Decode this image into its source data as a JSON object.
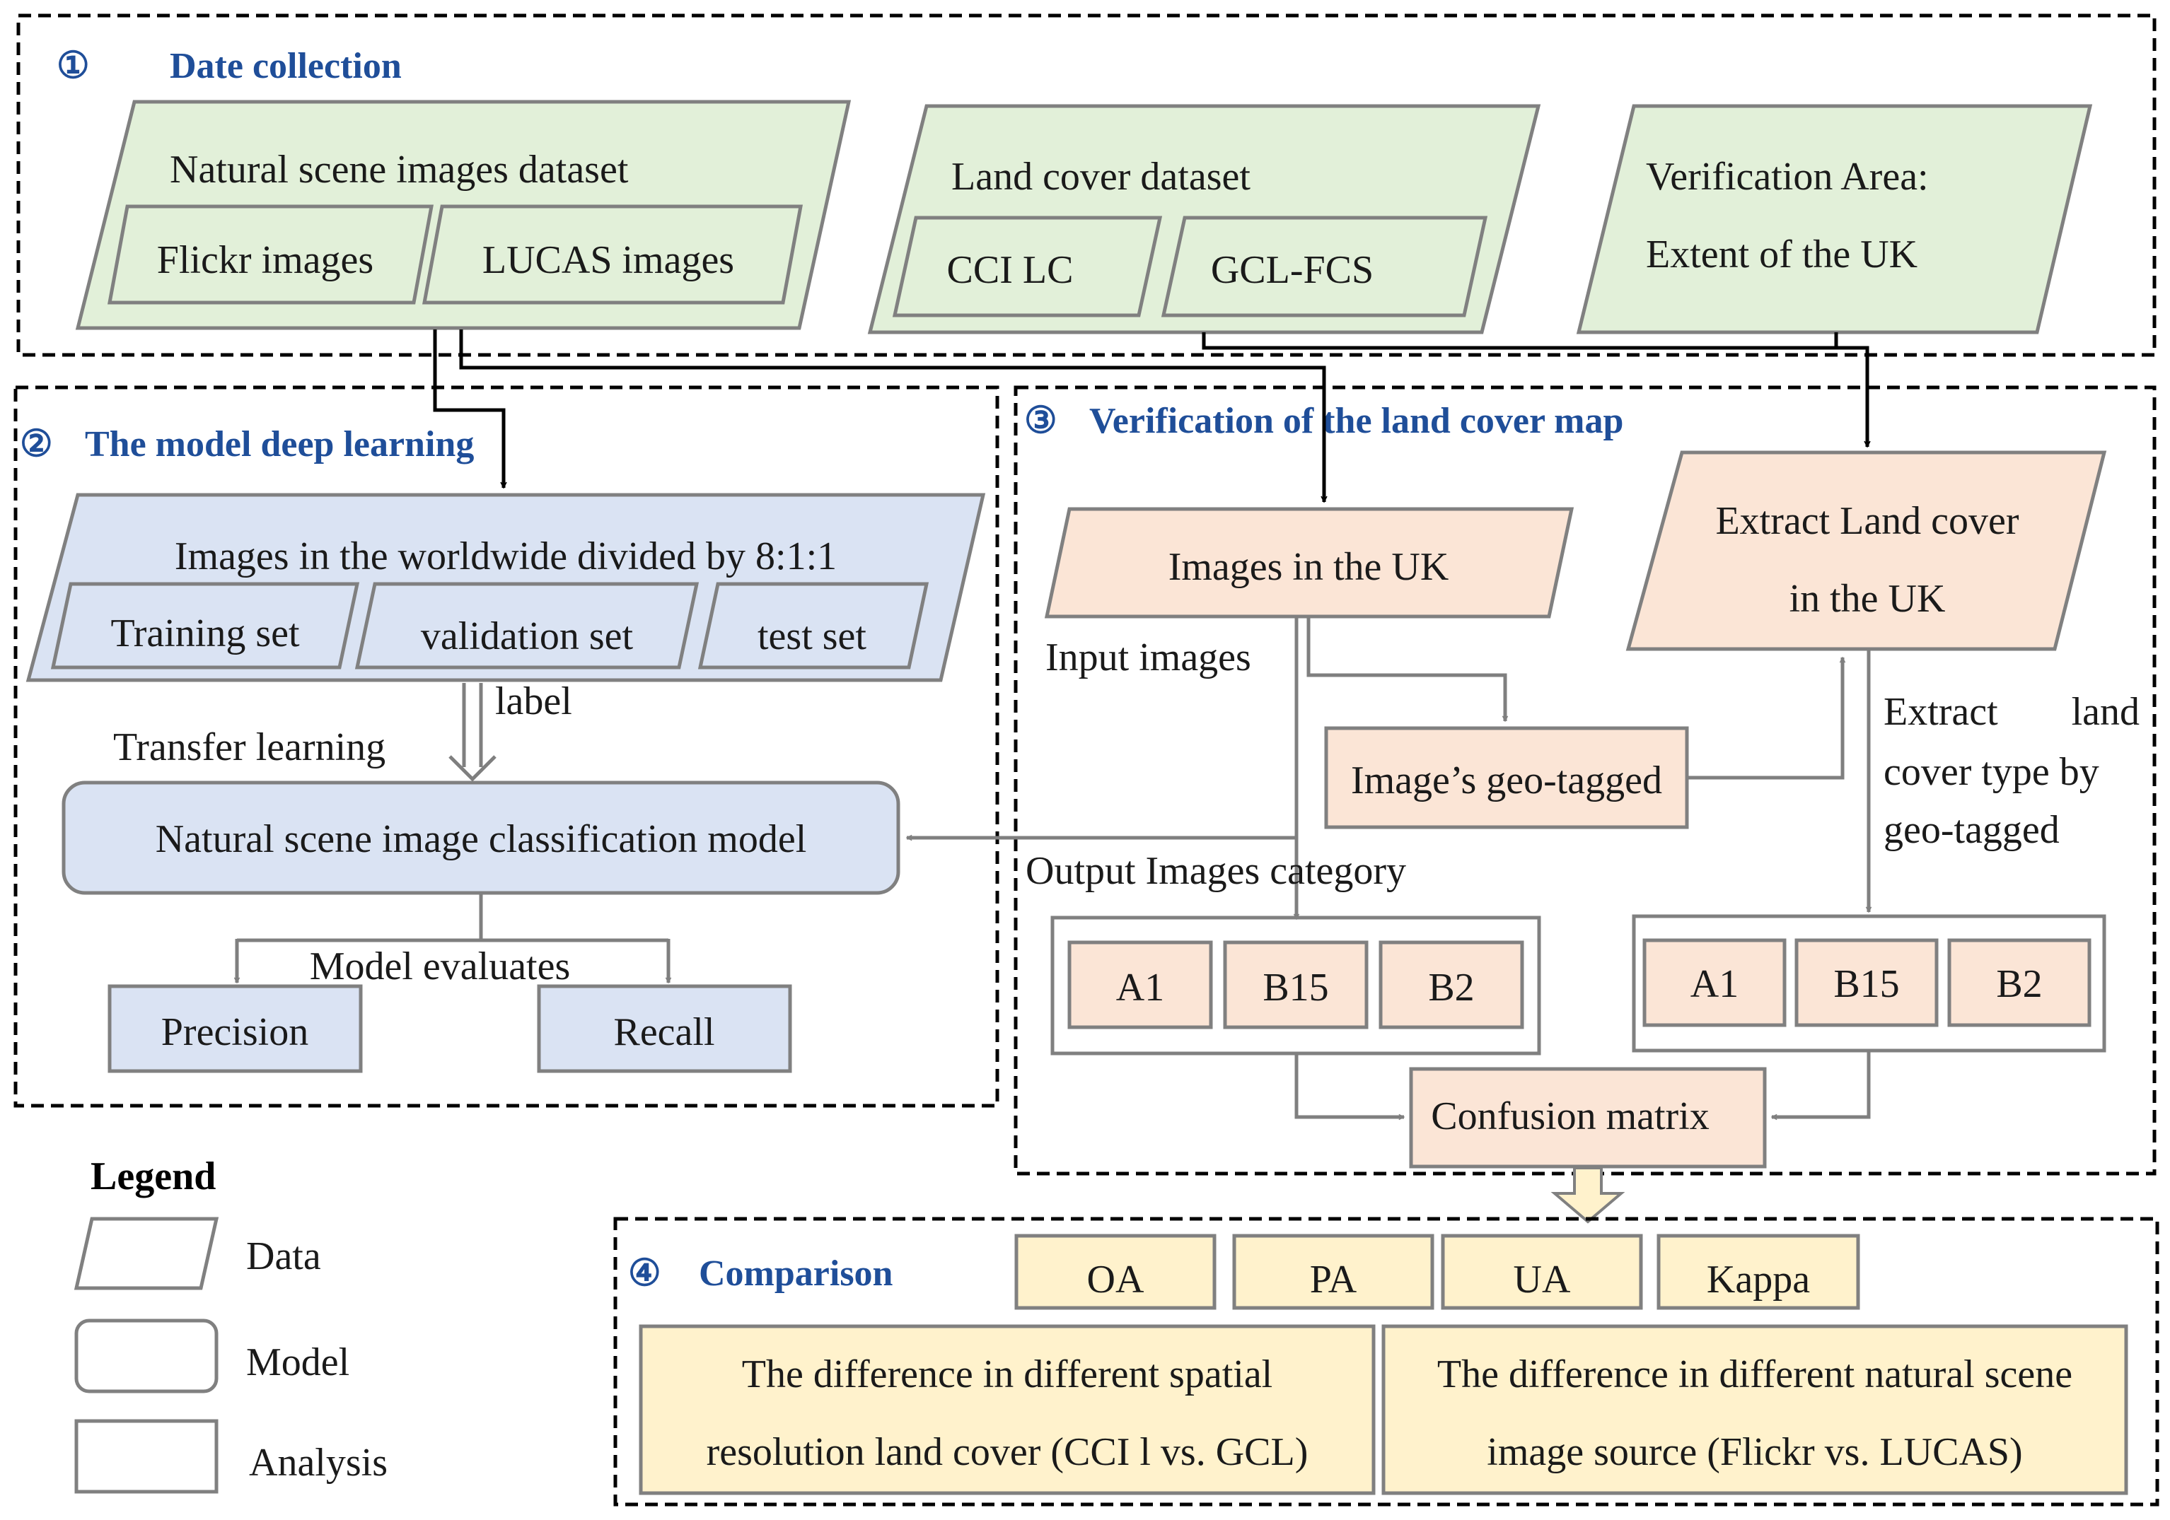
{
  "colors": {
    "data_green": "#e2f0d9",
    "model_blue": "#dae3f3",
    "verify_pink": "#fbe5d6",
    "compare_yellow": "#fff2cc",
    "heading_blue": "#1f4e99",
    "border_gray": "#808080"
  },
  "sections": {
    "s1": {
      "num": "①",
      "title": "Date collection"
    },
    "s2": {
      "num": "②",
      "title": "The model deep learning"
    },
    "s3": {
      "num": "③",
      "title": "Verification of the land cover map"
    },
    "s4": {
      "num": "④",
      "title": "Comparison"
    }
  },
  "s1": {
    "natural": {
      "title": "Natural scene images dataset",
      "flickr": "Flickr images",
      "lucas": "LUCAS images"
    },
    "landcover": {
      "title": "Land cover dataset",
      "cci": "CCI LC",
      "gcl": "GCL-FCS"
    },
    "verification": {
      "line1": "Verification Area:",
      "line2": "Extent of the UK"
    }
  },
  "s2": {
    "worldwide": {
      "title": "Images in the worldwide divided by 8:1:1",
      "train": "Training set",
      "val": "validation set",
      "test": "test set"
    },
    "label": "label",
    "transfer": "Transfer learning",
    "model": "Natural scene image classification model",
    "evaluates": "Model evaluates",
    "precision": "Precision",
    "recall": "Recall"
  },
  "s3": {
    "images_uk": "Images in the UK",
    "extract": {
      "line1": "Extract Land cover",
      "line2": "in the UK"
    },
    "input_images": "Input images",
    "geotag": "Image’s geo-tagged",
    "extract_note": {
      "line1a": "Extract",
      "line1b": "land",
      "line2": "cover type by",
      "line3": "geo-tagged"
    },
    "output": "Output Images category",
    "left_cats": [
      "A1",
      "B15",
      "B2"
    ],
    "right_cats": [
      "A1",
      "B15",
      "B2"
    ],
    "confusion": "Confusion matrix"
  },
  "s4": {
    "metrics": [
      "OA",
      "PA",
      "UA",
      "Kappa"
    ],
    "diff1": {
      "line1": "The difference in different spatial",
      "line2": "resolution land cover (CCI l vs. GCL)"
    },
    "diff2": {
      "line1": "The difference in different natural scene",
      "line2": "image source (Flickr vs. LUCAS)"
    }
  },
  "legend": {
    "title": "Legend",
    "data": "Data",
    "model": "Model",
    "analysis": "Analysis"
  }
}
